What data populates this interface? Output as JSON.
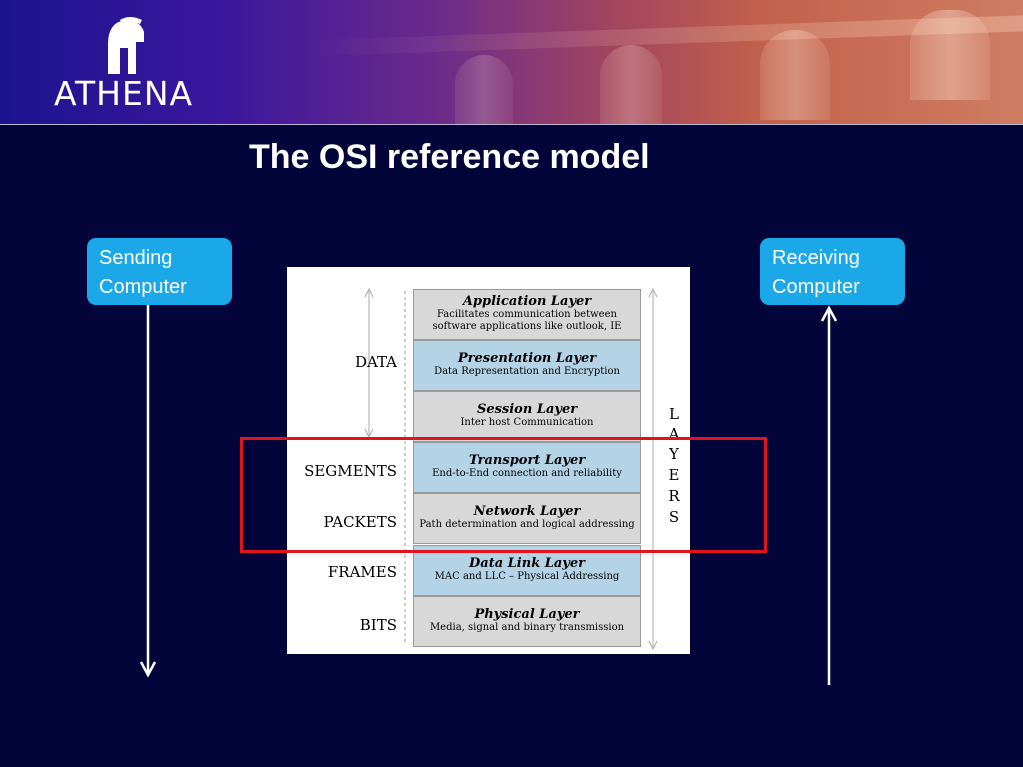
{
  "logo": {
    "text": "ATHENA"
  },
  "title": "The OSI reference model",
  "sending_label": "Sending Computer",
  "receiving_label": "Receiving Computer",
  "units": {
    "data": "DATA",
    "segments": "SEGMENTS",
    "packets": "PACKETS",
    "frames": "FRAMES",
    "bits": "BITS"
  },
  "side_label_letters": [
    "L",
    "A",
    "Y",
    "E",
    "R",
    "S"
  ],
  "layers": [
    {
      "name": "Application Layer",
      "desc": [
        "Facilitates communication between",
        "software applications like outlook, IE"
      ],
      "shade": "gray"
    },
    {
      "name": "Presentation Layer",
      "desc": [
        "Data Representation and Encryption"
      ],
      "shade": "blue"
    },
    {
      "name": "Session Layer",
      "desc": [
        "Inter host Communication"
      ],
      "shade": "gray"
    },
    {
      "name": "Transport Layer",
      "desc": [
        "End-to-End connection and reliability"
      ],
      "shade": "blue"
    },
    {
      "name": "Network Layer",
      "desc": [
        "Path determination and logical addressing"
      ],
      "shade": "gray"
    },
    {
      "name": "Data Link Layer",
      "desc": [
        "MAC and LLC – Physical Addressing"
      ],
      "shade": "blue"
    },
    {
      "name": "Physical Layer",
      "desc": [
        "Media, signal and binary transmission"
      ],
      "shade": "gray"
    }
  ],
  "highlighted_layers": [
    "Transport Layer",
    "Network Layer"
  ],
  "colors": {
    "background": "#02043a",
    "box": "#1aa8e8",
    "highlight": "#e0141a",
    "layer_gray": "#d8d8d8",
    "layer_blue": "#b5d3e7"
  }
}
